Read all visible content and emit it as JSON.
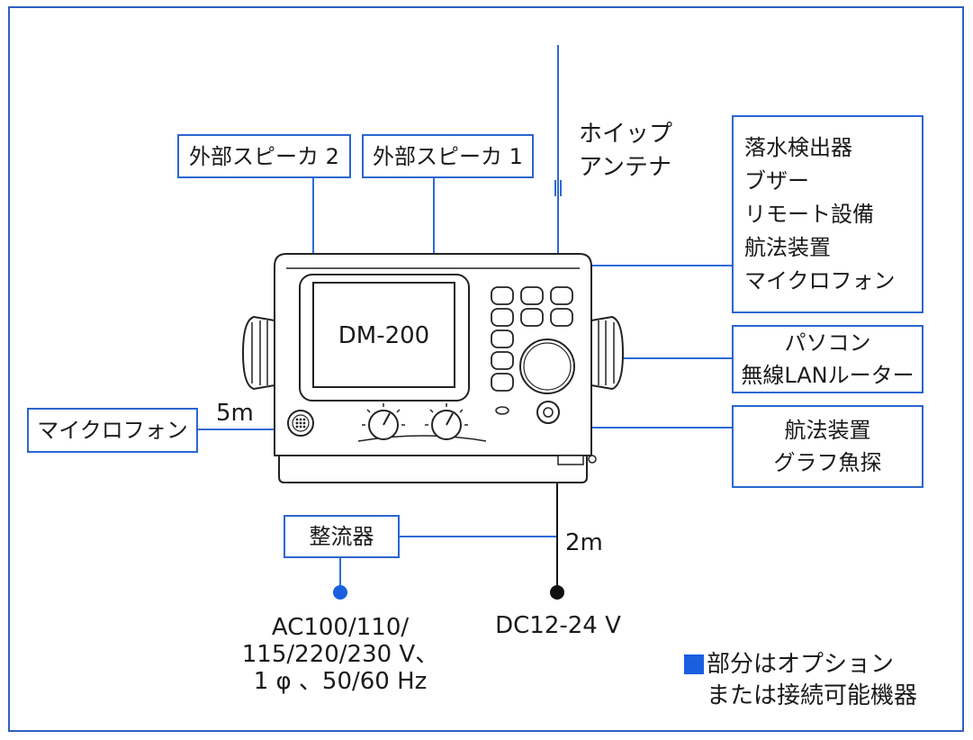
{
  "device": {
    "model": "DM-200"
  },
  "boxes": {
    "ext_speaker_2": "外部スピーカ 2",
    "ext_speaker_1": "外部スピーカ 1",
    "mob_group": [
      "落水検出器",
      "ブザー",
      "リモート設備",
      "航法装置",
      "マイクロフォン"
    ],
    "pc_group": [
      "パソコン",
      "無線LANルーター"
    ],
    "nav_group": [
      "航法装置",
      "グラフ魚探"
    ],
    "microphone": "マイクロフォン",
    "rectifier": "整流器"
  },
  "labels": {
    "whip_antenna": [
      "ホイップ",
      "アンテナ"
    ],
    "mic_cable": "5m",
    "dc_cable": "2m",
    "ac_power": [
      "AC100/110/",
      "115/220/230 V、",
      "1 φ 、50/60 Hz"
    ],
    "dc_power": "DC12-24 V"
  },
  "legend": {
    "line1": "部分はオプション",
    "line2": "または接続可能機器",
    "swatch_color": "#1a5fe0"
  },
  "colors": {
    "accent": "#2a66d0",
    "line": "#2e6ad6"
  }
}
